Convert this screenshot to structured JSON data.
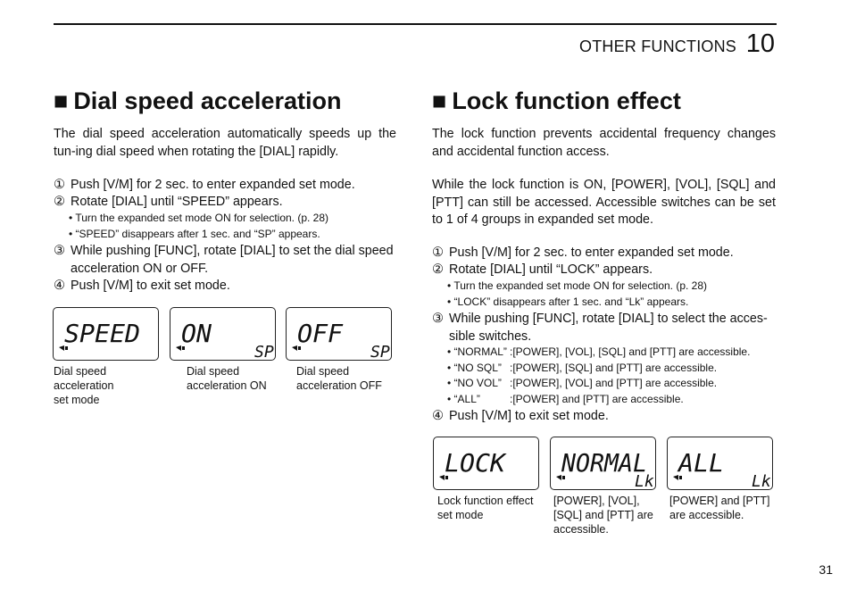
{
  "header": {
    "section_title": "OTHER FUNCTIONS",
    "section_number": "10"
  },
  "page_number": "31",
  "left": {
    "title_square": "■",
    "title": "Dial speed acceleration",
    "intro": "The dial speed acceleration automatically speeds up the tun-ing dial speed when rotating the [DIAL] rapidly.",
    "steps": [
      {
        "num": "①",
        "text": "Push [V/M] for 2 sec. to enter expanded set mode."
      },
      {
        "num": "②",
        "text": "Rotate [DIAL] until “SPEED” appears."
      },
      {
        "num": "③",
        "text": "While pushing [FUNC], rotate [DIAL] to set the dial speed acceleration ON or OFF."
      },
      {
        "num": "④",
        "text": "Push [V/M] to exit set mode."
      }
    ],
    "step2_notes": [
      "• Turn the expanded set mode ON for selection. (p. 28)",
      "• “SPEED” disappears after 1 sec. and “SP” appears."
    ],
    "displays": [
      {
        "main": "SPEED",
        "sub": "",
        "caption_1": "Dial speed acceleration",
        "caption_2": "set mode"
      },
      {
        "main": "ON",
        "sub": "SP",
        "caption_1": "Dial speed",
        "caption_2": "acceleration ON"
      },
      {
        "main": "OFF",
        "sub": "SP",
        "caption_1": "Dial speed",
        "caption_2": "acceleration OFF"
      }
    ]
  },
  "right": {
    "title_square": "■",
    "title": "Lock function effect",
    "intro": "The lock function prevents accidental frequency changes and accidental function access.",
    "para2": "While the lock function is ON, [POWER], [VOL], [SQL] and [PTT] can still be accessed. Accessible switches can be set to 1 of 4 groups in expanded set mode.",
    "steps": [
      {
        "num": "①",
        "text": "Push [V/M] for 2 sec. to enter expanded set mode."
      },
      {
        "num": "②",
        "text": "Rotate [DIAL] until “LOCK” appears."
      },
      {
        "num": "③",
        "text": "While pushing [FUNC], rotate [DIAL] to select the acces-sible switches."
      },
      {
        "num": "④",
        "text": "Push [V/M] to exit set mode."
      }
    ],
    "step2_notes": [
      "• Turn the expanded set mode ON for selection. (p. 28)",
      "• “LOCK” disappears after 1 sec. and “Lk” appears."
    ],
    "groups": [
      {
        "label": "• “NORMAL”",
        "desc": ":[POWER], [VOL], [SQL] and [PTT] are accessible."
      },
      {
        "label": "• “NO SQL”",
        "desc": ":[POWER], [SQL] and [PTT] are accessible."
      },
      {
        "label": "• “NO VOL”",
        "desc": ":[POWER], [VOL] and [PTT] are accessible."
      },
      {
        "label": "• “ALL”",
        "desc": ":[POWER] and [PTT] are accessible."
      }
    ],
    "displays": [
      {
        "main": "LOCK",
        "sub": "",
        "caption_1": "Lock function effect",
        "caption_2": "set mode",
        "caption_3": ""
      },
      {
        "main": "NORMAL",
        "sub": "Lk",
        "caption_1": "[POWER], [VOL],",
        "caption_2": "[SQL] and [PTT] are",
        "caption_3": "accessible."
      },
      {
        "main": "ALL",
        "sub": "Lk",
        "caption_1": "[POWER] and [PTT]",
        "caption_2": "are accessible.",
        "caption_3": ""
      }
    ]
  }
}
